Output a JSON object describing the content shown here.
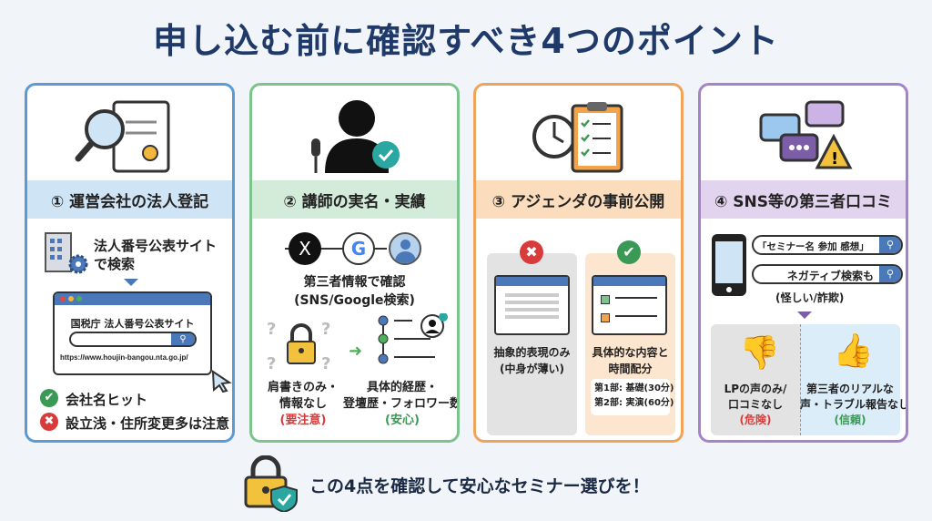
{
  "title": "申し込む前に確認すべき4つのポイント",
  "colors": {
    "blue": "#5b9bd5",
    "green": "#7cc38e",
    "orange": "#f0a35a",
    "purple": "#a583c9",
    "title": "#1f3a68"
  },
  "cards": [
    {
      "header": "① 運営会社の法人登記",
      "search_line1": "法人番号公表サイト",
      "search_line2": "で検索",
      "site_name": "国税庁 法人番号公表サイト",
      "url": "https://www.houjin-bangou.nta.go.jp/",
      "ok": "会社名ヒット",
      "ng": "設立浅・住所変更多は注意"
    },
    {
      "header": "② 講師の実名・実績",
      "confirm_line1": "第三者情報で確認",
      "confirm_line2": "(SNS/Google検索)",
      "bad_line1": "肩書きのみ・",
      "bad_line2": "情報なし",
      "bad_tag": "(要注意)",
      "good_line1": "具体的経歴・",
      "good_line2": "登壇歴・フォロワー数",
      "good_tag": "(安心)",
      "x_label": "X",
      "g_label": "G"
    },
    {
      "header": "③ アジェンダの事前公開",
      "bad_line1": "抽象的表現のみ",
      "bad_line2": "(中身が薄い)",
      "good_line1": "具体的な内容と",
      "good_line2": "時間配分",
      "agenda": [
        "第1部: 基礎(30分)",
        "第2部: 実演(60分)"
      ]
    },
    {
      "header": "④ SNS等の第三者口コミ",
      "query1": "「セミナー名 参加 感想」",
      "query2": "ネガティブ検索も",
      "query_note": "(怪しい/詐欺)",
      "bad_line1": "LPの声のみ/",
      "bad_line2": "口コミなし",
      "bad_tag": "(危険)",
      "good_line1": "第三者のリアルな",
      "good_line2": "声・トラブル報告なし",
      "good_tag": "(信頼)"
    }
  ],
  "footer": "この4点を確認して安心なセミナー選びを！"
}
